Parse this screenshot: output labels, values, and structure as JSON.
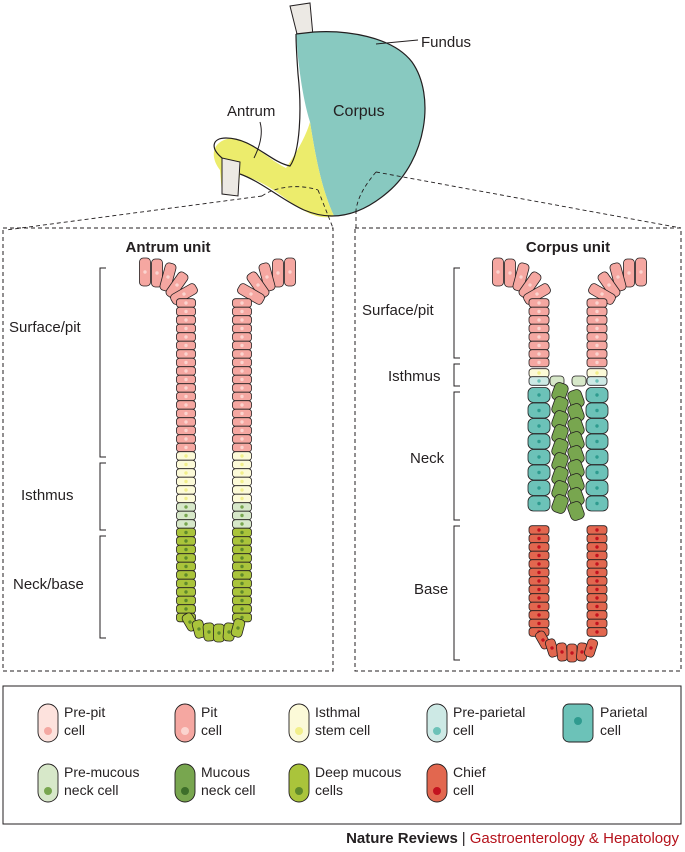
{
  "stomach": {
    "labels": {
      "fundus": "Fundus",
      "corpus": "Corpus",
      "antrum": "Antrum"
    },
    "colors": {
      "corpus": "#88c9c0",
      "antrum": "#ecec6c",
      "esophagus": "#ece9e4"
    }
  },
  "panels": {
    "antrum": {
      "title": "Antrum unit",
      "regions": [
        "Surface/pit",
        "Isthmus",
        "Neck/base"
      ]
    },
    "corpus": {
      "title": "Corpus unit",
      "regions": [
        "Surface/pit",
        "Isthmus",
        "Neck",
        "Base"
      ]
    }
  },
  "legend": {
    "items": [
      {
        "key": "pre_pit",
        "line1": "Pre-pit",
        "line2": "cell",
        "fill": "#fde2dd",
        "dot": "#f4a8a2",
        "shape": "round"
      },
      {
        "key": "pit",
        "line1": "Pit",
        "line2": "cell",
        "fill": "#f5a7a1",
        "dot": "#fbd4cf",
        "shape": "round"
      },
      {
        "key": "isthmal_stem",
        "line1": "Isthmal",
        "line2": "stem cell",
        "fill": "#fcfad8",
        "dot": "#f2ef8a",
        "shape": "round"
      },
      {
        "key": "pre_parietal",
        "line1": "Pre-parietal",
        "line2": "cell",
        "fill": "#cde9e5",
        "dot": "#6cc2b8",
        "shape": "round"
      },
      {
        "key": "parietal",
        "line1": "Parietal",
        "line2": "cell",
        "fill": "#6cc2b8",
        "dot": "#2f9b8f",
        "shape": "square"
      },
      {
        "key": "pre_mucous_neck",
        "line1": "Pre-mucous",
        "line2": "neck cell",
        "fill": "#d7e8c9",
        "dot": "#78a64f",
        "shape": "round"
      },
      {
        "key": "mucous_neck",
        "line1": "Mucous",
        "line2": "neck cell",
        "fill": "#78a64f",
        "dot": "#3d6e2a",
        "shape": "round"
      },
      {
        "key": "deep_mucous",
        "line1": "Deep mucous",
        "line2": "cells",
        "fill": "#aac43b",
        "dot": "#5f8a2b",
        "shape": "round"
      },
      {
        "key": "chief",
        "line1": "Chief",
        "line2": "cell",
        "fill": "#e2674f",
        "dot": "#c3121f",
        "shape": "round"
      }
    ]
  },
  "footer": {
    "brand": "Nature Reviews",
    "separator": "|",
    "journal": "Gastroenterology & Hepatology"
  }
}
